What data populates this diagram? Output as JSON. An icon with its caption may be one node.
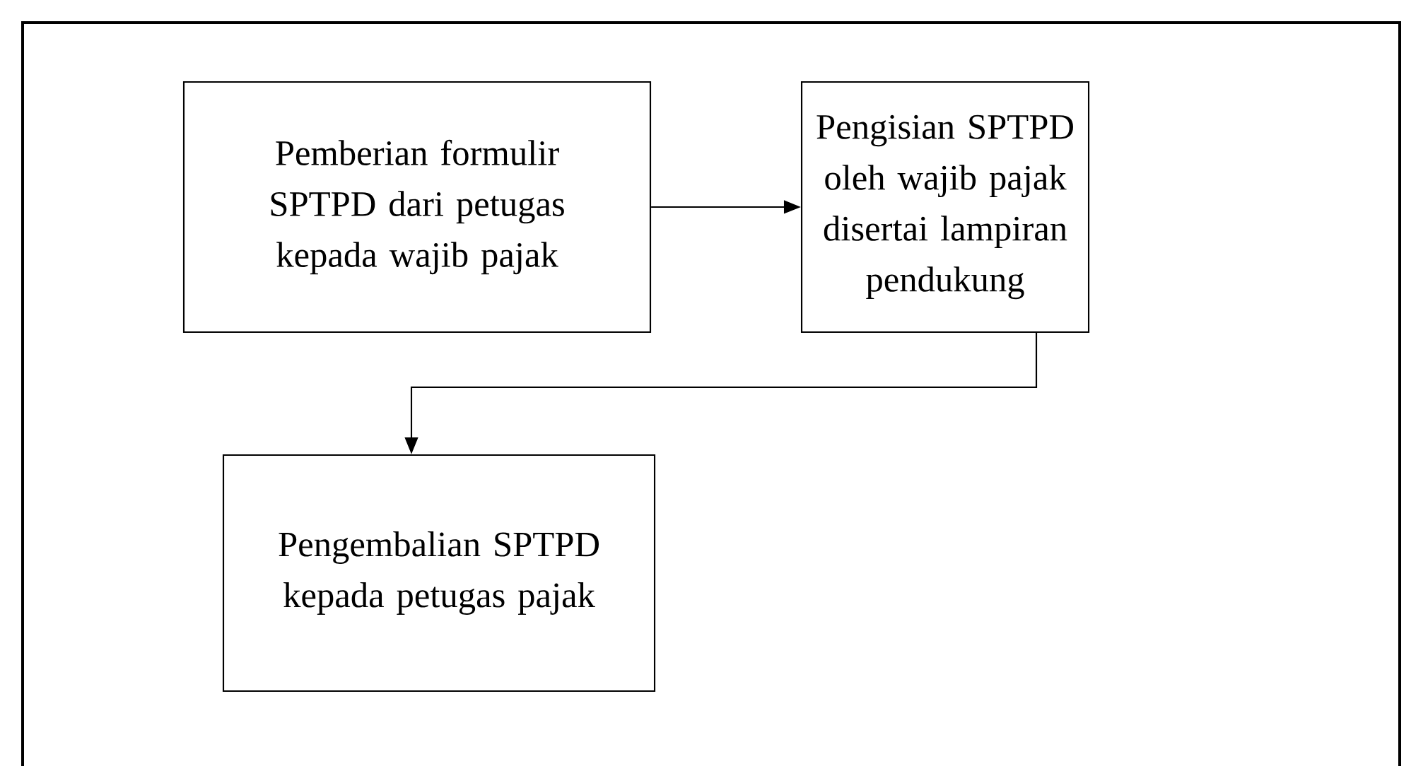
{
  "diagram": {
    "nodes": [
      {
        "text": [
          "Pemberian formulir SPTPD dari petugas kepada wajib pajak"
        ]
      },
      {
        "text": [
          "Pengisian SPTPD oleh wajib pajak disertai lampiran pendukung"
        ]
      },
      {
        "text": [
          "Pengembalian SPTPD kepada petugas pajak"
        ]
      }
    ],
    "edges": [
      {
        "from": 0,
        "to": 1,
        "arrow": "to"
      },
      {
        "from": 1,
        "to": 2,
        "arrow": "to"
      }
    ]
  }
}
